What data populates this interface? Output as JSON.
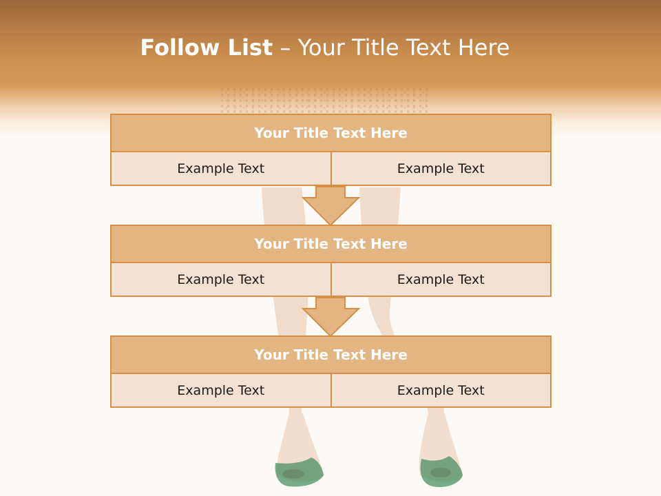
{
  "slide": {
    "title_bold": "Follow List",
    "title_rest": "– Your Title Text Here"
  },
  "colors": {
    "accent": "#d68f45",
    "header_fill": "#e3b582",
    "row_fill": "#f3e1d3",
    "shoe": "#3f8b5c"
  },
  "steps": [
    {
      "title": "Your Title Text Here",
      "left": "Example Text",
      "right": "Example Text"
    },
    {
      "title": "Your Title Text Here",
      "left": "Example Text",
      "right": "Example Text"
    },
    {
      "title": "Your Title Text Here",
      "left": "Example Text",
      "right": "Example Text"
    }
  ]
}
